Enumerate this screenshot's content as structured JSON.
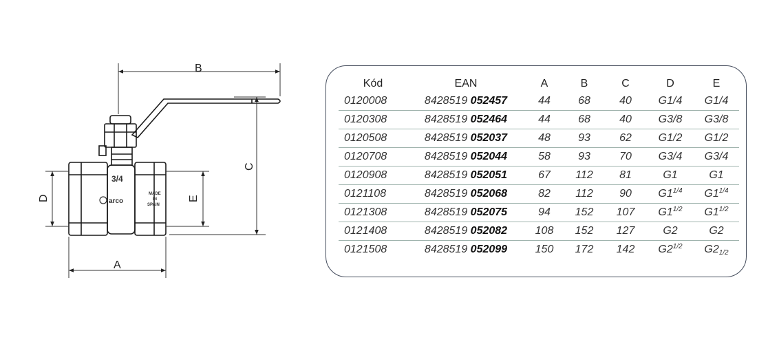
{
  "drawing": {
    "dim_labels": {
      "a": "A",
      "b": "B",
      "c": "C",
      "d": "D",
      "e": "E"
    },
    "body_marks": {
      "size": "3/4",
      "brand": "arco",
      "origin_line1": "MADE",
      "origin_line2": "IN",
      "origin_line3": "SPAIN"
    }
  },
  "table": {
    "headers": {
      "code": "Kód",
      "ean": "EAN",
      "a": "A",
      "b": "B",
      "c": "C",
      "d": "D",
      "e": "E"
    },
    "rows": [
      {
        "code": "0120008",
        "ean_prefix": "8428519",
        "ean_suffix": "052457",
        "a": "44",
        "b": "68",
        "c": "40",
        "d": "G1/4",
        "e": "G1/4"
      },
      {
        "code": "0120308",
        "ean_prefix": "8428519",
        "ean_suffix": "052464",
        "a": "44",
        "b": "68",
        "c": "40",
        "d": "G3/8",
        "e": "G3/8"
      },
      {
        "code": "0120508",
        "ean_prefix": "8428519",
        "ean_suffix": "052037",
        "a": "48",
        "b": "93",
        "c": "62",
        "d": "G1/2",
        "e": "G1/2"
      },
      {
        "code": "0120708",
        "ean_prefix": "8428519",
        "ean_suffix": "052044",
        "a": "58",
        "b": "93",
        "c": "70",
        "d": "G3/4",
        "e": "G3/4"
      },
      {
        "code": "0120908",
        "ean_prefix": "8428519",
        "ean_suffix": "052051",
        "a": "67",
        "b": "112",
        "c": "81",
        "d": "G1",
        "e": "G1"
      },
      {
        "code": "0121108",
        "ean_prefix": "8428519",
        "ean_suffix": "052068",
        "a": "82",
        "b": "112",
        "c": "90",
        "d_base": "G1",
        "d_sup": "1/4",
        "e_base": "G1",
        "e_sup": "1/4"
      },
      {
        "code": "0121308",
        "ean_prefix": "8428519",
        "ean_suffix": "052075",
        "a": "94",
        "b": "152",
        "c": "107",
        "d_base": "G1",
        "d_sup": "1/2",
        "e_base": "G1",
        "e_sup": "1/2"
      },
      {
        "code": "0121408",
        "ean_prefix": "8428519",
        "ean_suffix": "052082",
        "a": "108",
        "b": "152",
        "c": "127",
        "d": "G2",
        "e": "G2"
      },
      {
        "code": "0121508",
        "ean_prefix": "8428519",
        "ean_suffix": "052099",
        "a": "150",
        "b": "172",
        "c": "142",
        "d_base": "G2",
        "d_sup": "1/2",
        "e_base": "G2",
        "e_sub": "1/2"
      }
    ]
  }
}
